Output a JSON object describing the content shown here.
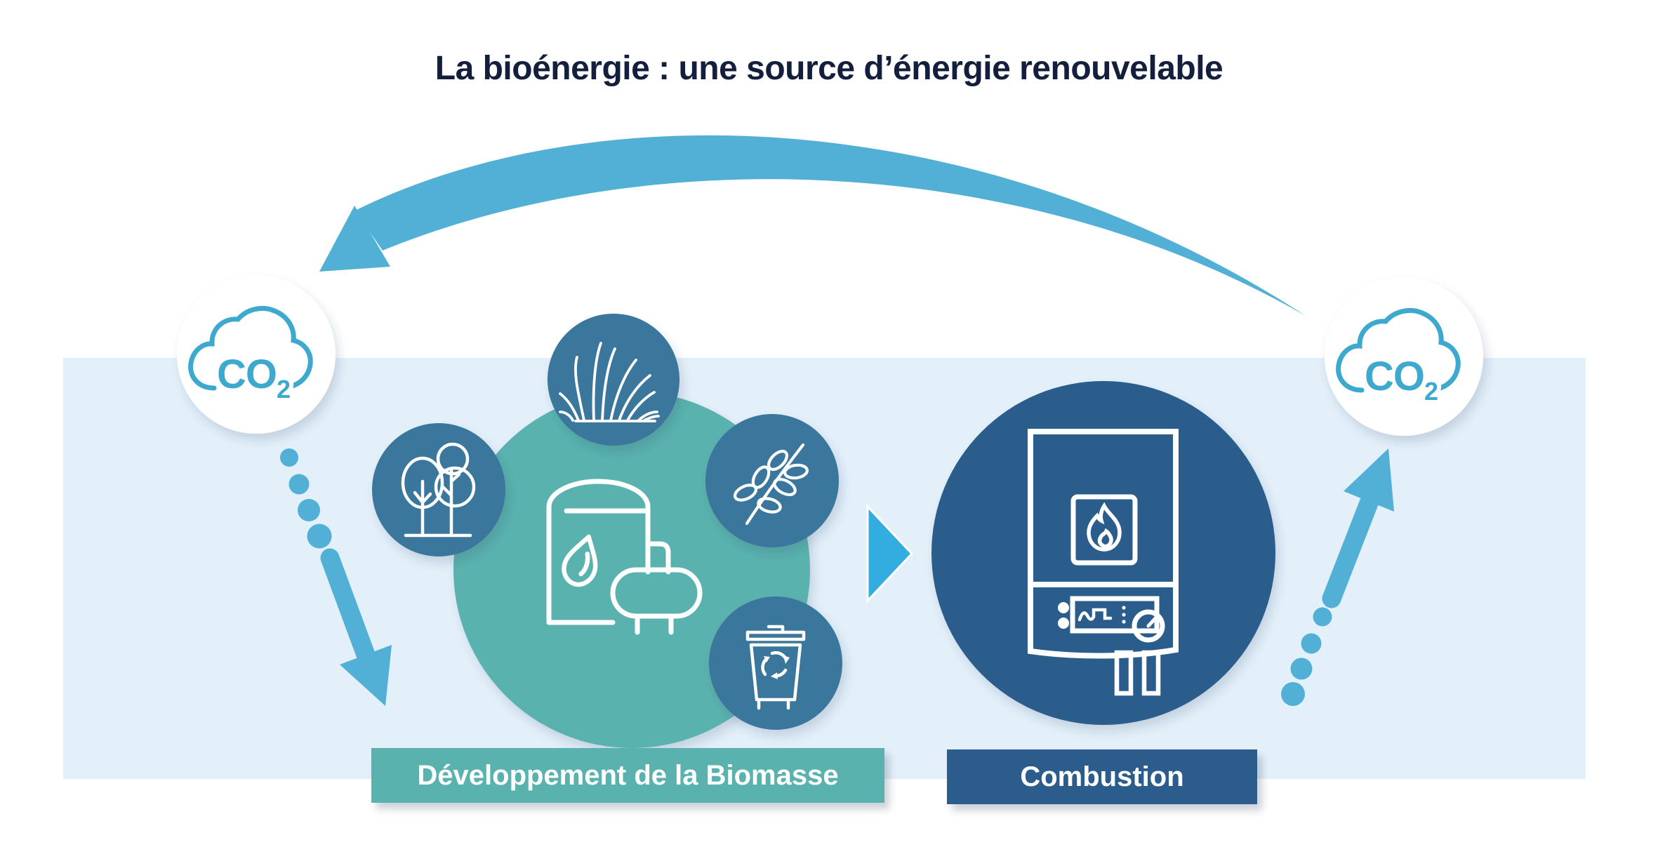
{
  "title": "La bioénergie : une source d’énergie renouvelable",
  "co2_badge": {
    "icon": "co2-cloud-icon",
    "text_main": "CO",
    "text_sub": "2"
  },
  "stages": {
    "biomass": {
      "label": "Développement de la Biomasse",
      "icons": [
        "grass-icon",
        "trees-icon",
        "leaf-branch-icon",
        "recycle-bin-icon",
        "biomass-digester-icon"
      ]
    },
    "combustion": {
      "label": "Combustion",
      "icons": [
        "boiler-icon",
        "flame-icon",
        "gauge-icon"
      ]
    }
  },
  "arrows": {
    "cycle_return": "cycle-return-arrow",
    "co2_release": "co2-release-arrow",
    "co2_absorption": "co2-absorption-arrow",
    "biomass_to_combustion": "play-arrow"
  },
  "colors": {
    "title_text": "#131F3D",
    "background_band": "#E3F0FA",
    "arrow_blue": "#52AFD6",
    "play_arrow_blue": "#33ACE0",
    "biomass_teal": "#5AB2AE",
    "combustion_navy": "#2B5C8C",
    "icon_circle_blue": "#3A769C",
    "co2_accent": "#3EA9CE"
  }
}
